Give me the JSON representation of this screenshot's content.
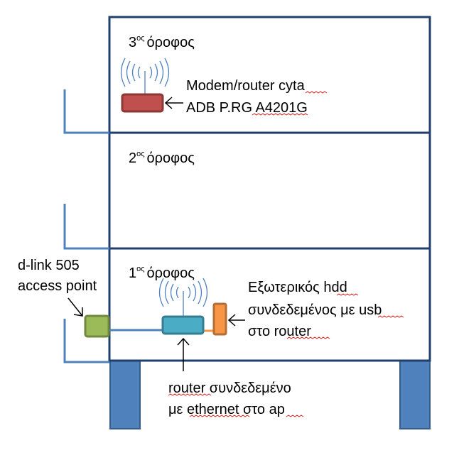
{
  "floors": [
    {
      "number": "3",
      "suffix": "ος",
      "word": "όροφος"
    },
    {
      "number": "2",
      "suffix": "ος",
      "word": "όροφος"
    },
    {
      "number": "1",
      "suffix": "ος",
      "word": "όροφος"
    }
  ],
  "labels": {
    "modem_line1": "Modem/router cyta",
    "modem_line2": "ADB P.RG A4201G",
    "ap_line1": "d-link 505",
    "ap_line2": "access point",
    "hdd_line1": "Εξωτερικός hdd",
    "hdd_line2": "συνδεδεμένος με usb",
    "hdd_line3": "στο router",
    "router_line1": "router συνδεδεμένο",
    "router_line2": "με ethernet στο ap"
  },
  "colors": {
    "outline": "#1f3f6d",
    "balcony": "#4f81bd",
    "pillar": "#4f81bd",
    "modem": "#c0504d",
    "router": "#4bacc6",
    "access_point": "#9bbb59",
    "hdd": "#f79646",
    "arrow": "#000000"
  }
}
